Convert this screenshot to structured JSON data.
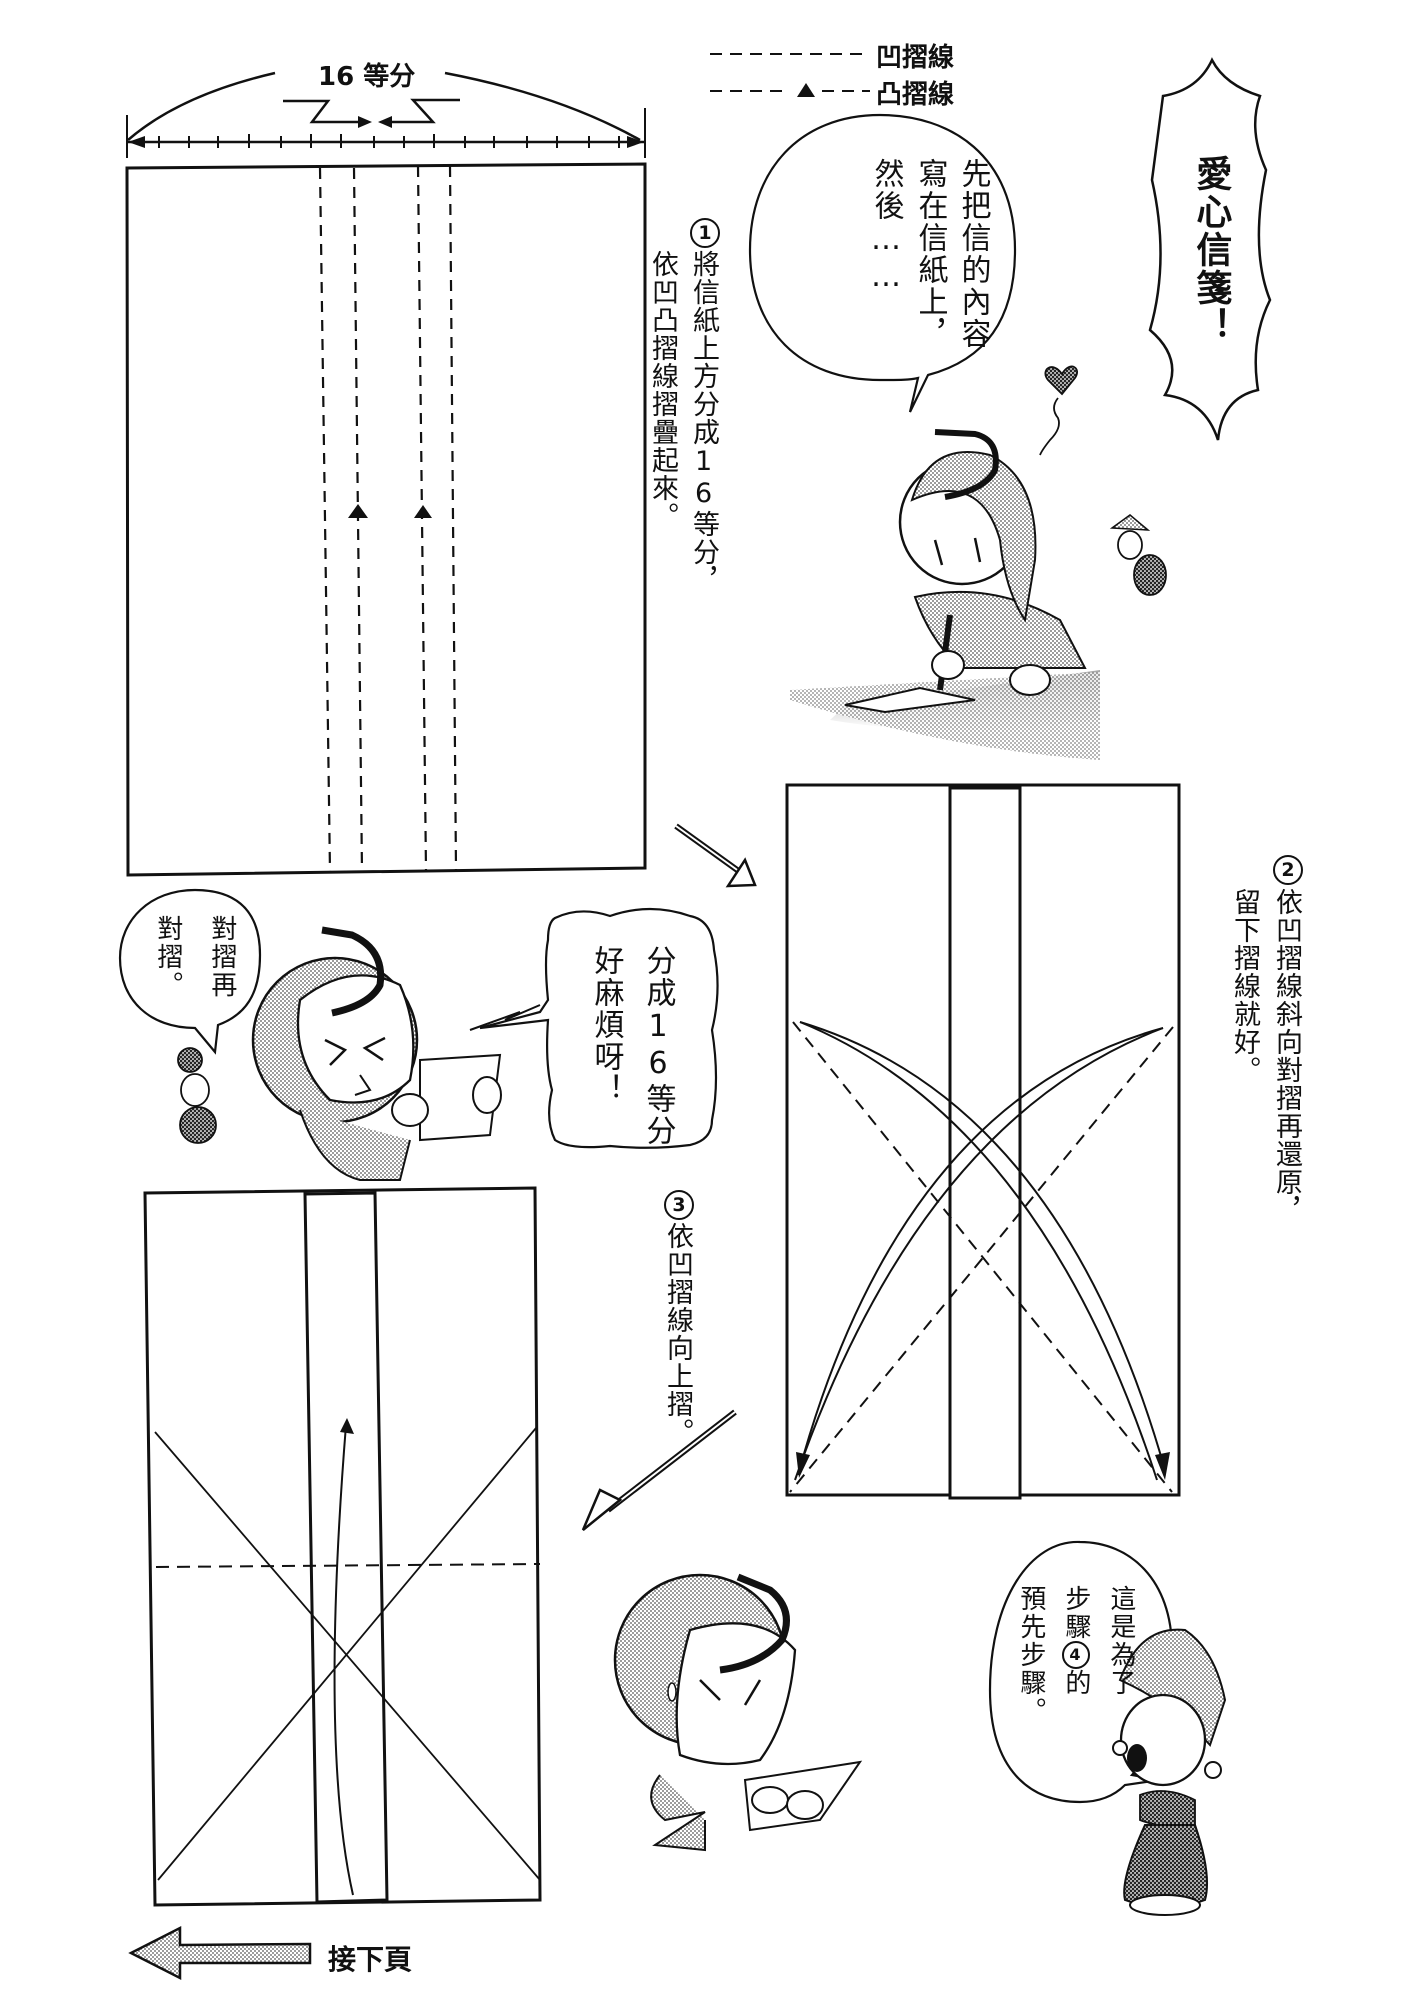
{
  "title": {
    "text": "愛心信箋！"
  },
  "legend": {
    "valley_fold": "凹摺線",
    "mountain_fold": "凸摺線"
  },
  "top_diagram": {
    "division_label": "16 等分",
    "division_count": 16
  },
  "steps": [
    {
      "number": "1",
      "line1": "將信紙上方分成16等分，",
      "line2": "依凹凸摺線摺疊起來。"
    },
    {
      "number": "2",
      "line1": "依凹摺線斜向對摺再還原，",
      "line2": "留下摺線就好。"
    },
    {
      "number": "3",
      "line1": "依凹摺線向上摺。"
    }
  ],
  "speech_bubbles": {
    "writing_girl": {
      "col1": "先把信的內容",
      "col2": "寫在信紙上，",
      "col3": "然後……"
    },
    "frustrated_girl": {
      "col1": "分成16等分",
      "col2": "好麻煩呀！"
    },
    "small_helper": {
      "col1": "對摺再",
      "col2": "對摺。"
    },
    "fairy": {
      "col1": "這是為了",
      "col2_pre": "步驟",
      "col2_num": "4",
      "col2_post": "的",
      "col3": "預先步驟。"
    }
  },
  "footer": {
    "next_page": "接下頁"
  },
  "colors": {
    "ink": "#111111",
    "paper": "#ffffff",
    "screentone": "#9a9a9a"
  }
}
